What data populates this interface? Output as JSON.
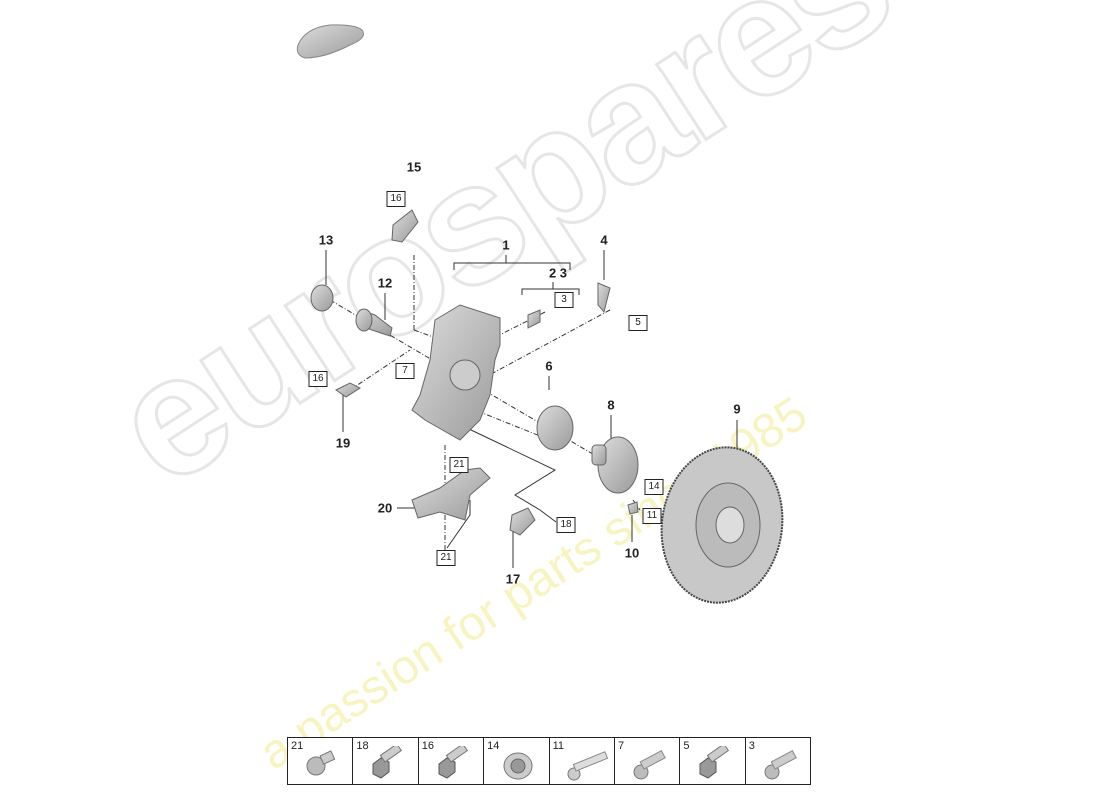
{
  "watermark": {
    "brand": "eurospares",
    "tagline": "a passion for parts since 1985",
    "brand_color": "#e6e6e6",
    "tagline_color": "#f6f3b8"
  },
  "callouts": [
    "15",
    "13",
    "12",
    "1",
    "2 3",
    "4",
    "6",
    "8",
    "9",
    "19",
    "20",
    "17",
    "10"
  ],
  "boxed_refs": [
    "16",
    "3",
    "5",
    "7",
    "16",
    "21",
    "14",
    "11",
    "18",
    "21"
  ],
  "legend": [
    {
      "label": "21",
      "icon": "socket-bolt-short"
    },
    {
      "label": "18",
      "icon": "hex-flange-bolt"
    },
    {
      "label": "16",
      "icon": "hex-flange-bolt"
    },
    {
      "label": "14",
      "icon": "nut-washer"
    },
    {
      "label": "11",
      "icon": "socket-bolt-long"
    },
    {
      "label": "7",
      "icon": "socket-bolt"
    },
    {
      "label": "5",
      "icon": "hex-flange-bolt"
    },
    {
      "label": "3",
      "icon": "socket-bolt"
    }
  ]
}
